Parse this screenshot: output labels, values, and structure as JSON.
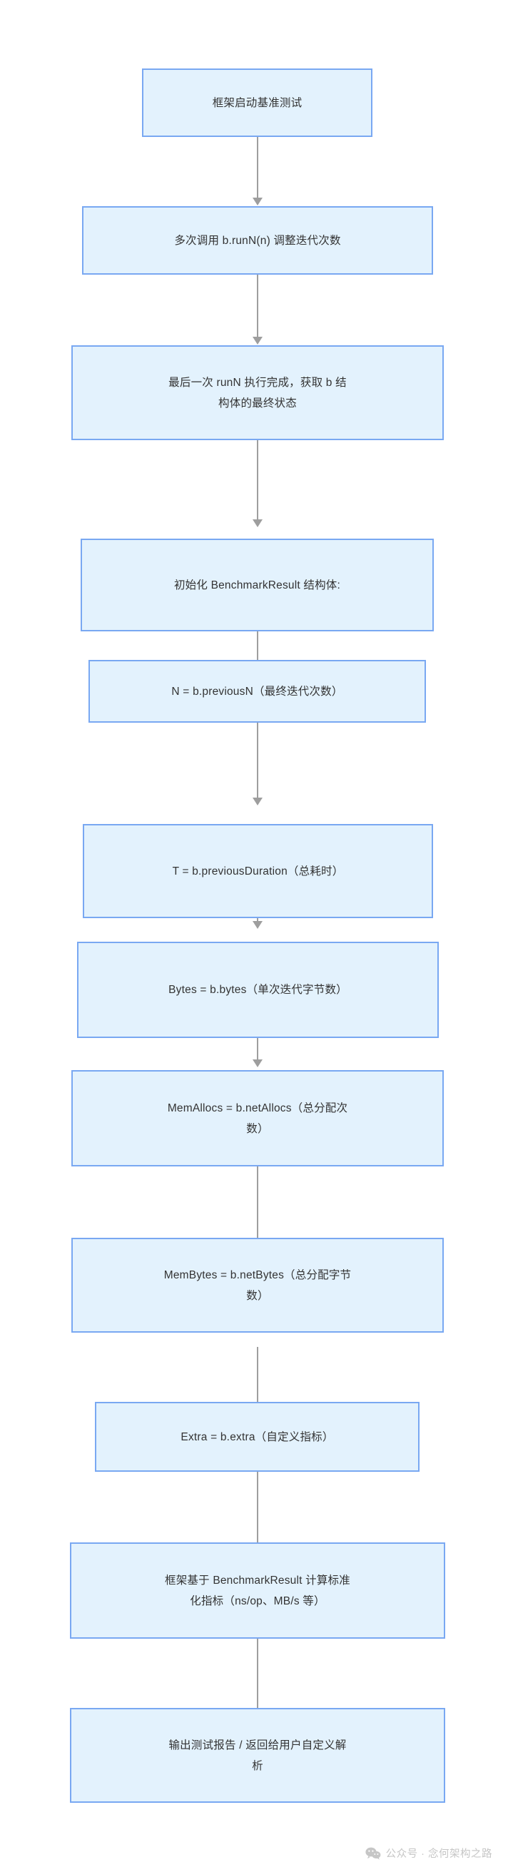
{
  "diagram": {
    "type": "flowchart",
    "orientation": "top-to-bottom",
    "theme": {
      "node_fill": "#e3f2fd",
      "node_border": "#79a8f2",
      "node_text": "#333333",
      "edge_color": "#9e9e9e",
      "background": "#ffffff",
      "watermark_color": "#c6c6c6"
    },
    "nodes": [
      {
        "id": "n1",
        "label": "框架启动基准测试"
      },
      {
        "id": "n2",
        "label": "多次调用 b.runN(n) 调整迭代次数"
      },
      {
        "id": "n3",
        "label": "最后一次 runN 执行完成，获取 b 结\n构体的最终状态"
      },
      {
        "id": "n4",
        "label": "初始化 BenchmarkResult 结构体:"
      },
      {
        "id": "n5",
        "label": "N = b.previousN（最终迭代次数）"
      },
      {
        "id": "n6",
        "label": "T = b.previousDuration（总耗时）"
      },
      {
        "id": "n7",
        "label": "Bytes = b.bytes（单次迭代字节数）"
      },
      {
        "id": "n8",
        "label": "MemAllocs = b.netAllocs（总分配次\n数）"
      },
      {
        "id": "n9",
        "label": "MemBytes = b.netBytes（总分配字节\n数）"
      },
      {
        "id": "n10",
        "label": "Extra = b.extra（自定义指标）"
      },
      {
        "id": "n11",
        "label": "框架基于 BenchmarkResult 计算标准\n化指标（ns/op、MB/s 等）"
      },
      {
        "id": "n12",
        "label": "输出测试报告 / 返回给用户自定义解\n析"
      }
    ],
    "edges": [
      {
        "from": "n1",
        "to": "n2"
      },
      {
        "from": "n2",
        "to": "n3"
      },
      {
        "from": "n3",
        "to": "n4"
      },
      {
        "from": "n4",
        "to": "n5"
      },
      {
        "from": "n5",
        "to": "n6"
      },
      {
        "from": "n6",
        "to": "n7"
      },
      {
        "from": "n7",
        "to": "n8"
      },
      {
        "from": "n8",
        "to": "n9"
      },
      {
        "from": "n9",
        "to": "n10"
      },
      {
        "from": "n10",
        "to": "n11"
      },
      {
        "from": "n11",
        "to": "n12"
      }
    ]
  },
  "watermark": {
    "icon": "wechat-icon",
    "text": "公众号 · 念何架构之路"
  }
}
